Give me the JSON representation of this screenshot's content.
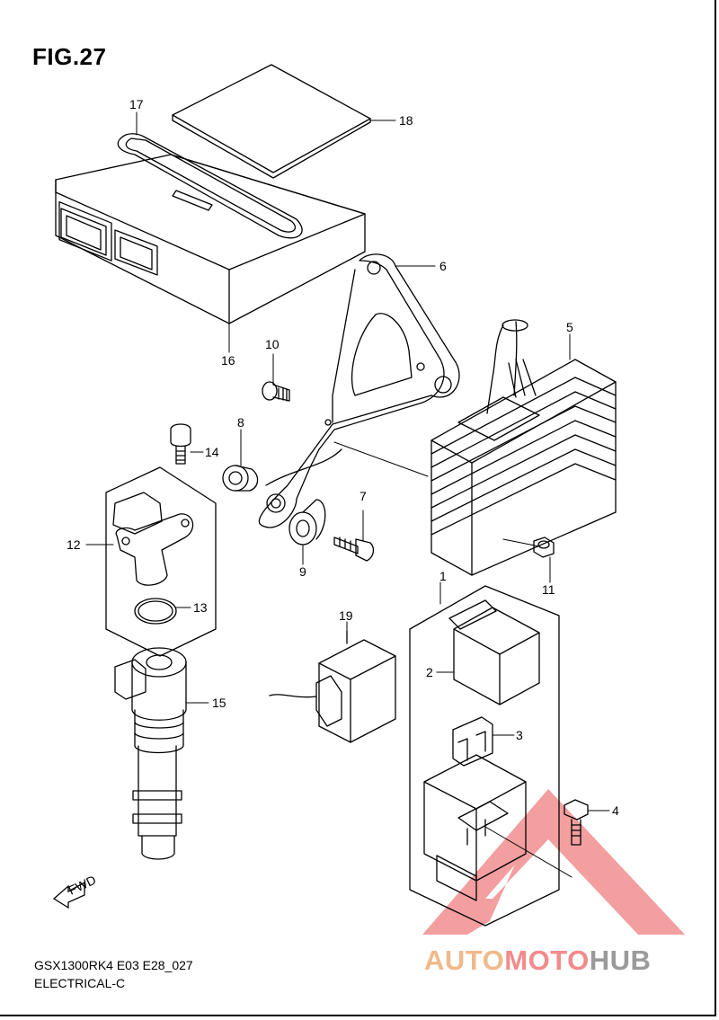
{
  "figure": {
    "title": "FIG.27"
  },
  "footer": {
    "model_code": "GSX1300RK4 E03 E28_027",
    "section": "ELECTRICAL-C"
  },
  "callouts": {
    "c1": "1",
    "c2": "2",
    "c3": "3",
    "c4": "4",
    "c5": "5",
    "c6": "6",
    "c7": "7",
    "c8": "8",
    "c9": "9",
    "c10": "10",
    "c11": "11",
    "c12": "12",
    "c13": "13",
    "c14": "14",
    "c15": "15",
    "c16": "16",
    "c17": "17",
    "c18": "18",
    "c19": "19"
  },
  "fwd_label": "FWD",
  "watermark": {
    "part1": "AUTO",
    "part2": "MOTO",
    "part3": "HUB"
  },
  "colors": {
    "line": "#000000",
    "watermark_red": "#f08080",
    "watermark_orange": "#f3b483",
    "watermark_gray": "#9a9a9a"
  }
}
